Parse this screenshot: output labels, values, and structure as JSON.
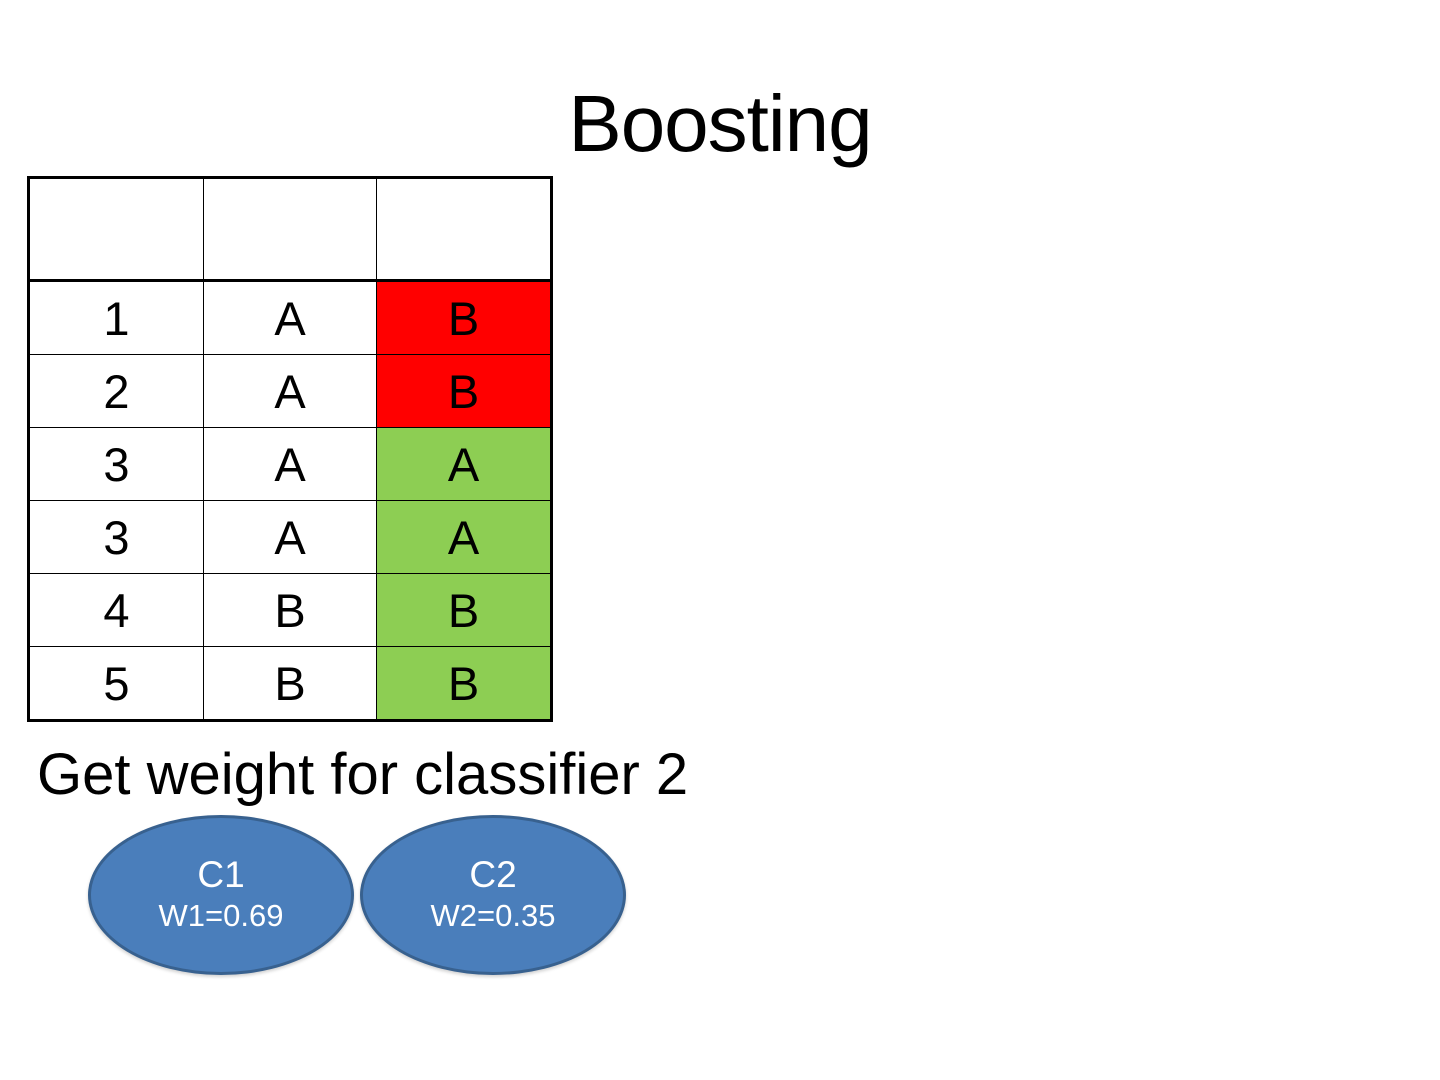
{
  "slide": {
    "title": "Boosting",
    "instruction": "Get weight for classifier 2"
  },
  "table": {
    "headers": [
      "",
      "",
      ""
    ],
    "rows": [
      {
        "id": "1",
        "actual": "A",
        "predicted": "B",
        "status": "incorrect"
      },
      {
        "id": "2",
        "actual": "A",
        "predicted": "B",
        "status": "incorrect"
      },
      {
        "id": "3",
        "actual": "A",
        "predicted": "A",
        "status": "correct"
      },
      {
        "id": "3",
        "actual": "A",
        "predicted": "A",
        "status": "correct"
      },
      {
        "id": "4",
        "actual": "B",
        "predicted": "B",
        "status": "correct"
      },
      {
        "id": "5",
        "actual": "B",
        "predicted": "B",
        "status": "correct"
      }
    ]
  },
  "classifiers": [
    {
      "name": "C1",
      "weight": "W1=0.69"
    },
    {
      "name": "C2",
      "weight": "W2=0.35"
    }
  ],
  "colors": {
    "incorrect": "#ff0000",
    "correct": "#8dce53",
    "ellipse_fill": "#4a7ebb",
    "ellipse_border": "#38618f",
    "text": "#000000",
    "background": "#ffffff"
  }
}
